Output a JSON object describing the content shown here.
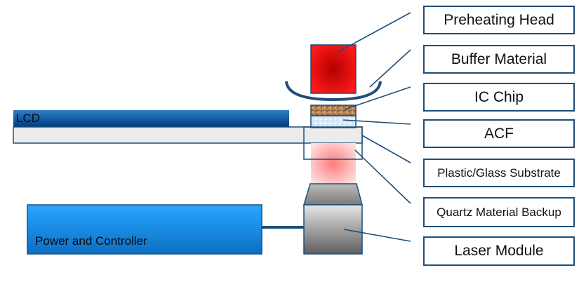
{
  "components": {
    "lcd": "LCD",
    "power_controller": "Power and Controller"
  },
  "labels": [
    "Preheating Head",
    "Buffer Material",
    "IC Chip",
    "ACF",
    "Plastic/Glass Substrate",
    "Quartz Material Backup",
    "Laser Module"
  ]
}
